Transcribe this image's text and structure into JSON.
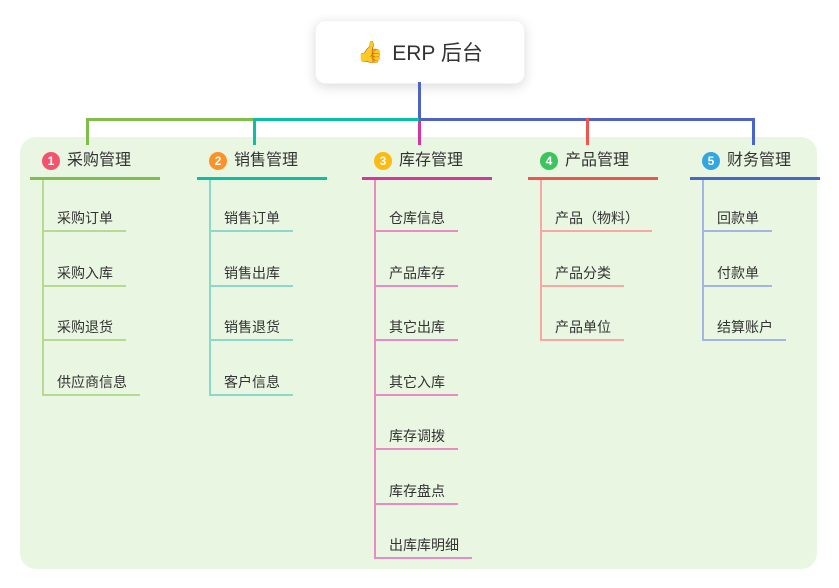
{
  "root": {
    "icon": "👍",
    "title": "ERP 后台",
    "line_color": "#4f63c4"
  },
  "branches": [
    {
      "num": "1",
      "label": "采购管理",
      "color": "#7fbe4a",
      "light_color": "#b5da92",
      "badge_color": "#f4536e",
      "children": [
        "采购订单",
        "采购入库",
        "采购退货",
        "供应商信息"
      ]
    },
    {
      "num": "2",
      "label": "销售管理",
      "color": "#0bbfa5",
      "light_color": "#8cd8ca",
      "badge_color": "#fd9227",
      "children": [
        "销售订单",
        "销售出库",
        "销售退货",
        "客户信息"
      ]
    },
    {
      "num": "3",
      "label": "库存管理",
      "color": "#d4359f",
      "light_color": "#ea8cc4",
      "badge_color": "#fcba12",
      "children": [
        "仓库信息",
        "产品库存",
        "其它出库",
        "其它入库",
        "库存调拨",
        "库存盘点",
        "出库库明细"
      ]
    },
    {
      "num": "4",
      "label": "产品管理",
      "color": "#f0544f",
      "light_color": "#f7a8a3",
      "badge_color": "#3cc45f",
      "children": [
        "产品（物料）",
        "产品分类",
        "产品单位"
      ]
    },
    {
      "num": "5",
      "label": "财务管理",
      "color": "#4766cb",
      "light_color": "#a2b5e5",
      "badge_color": "#31a6e0",
      "children": [
        "回款单",
        "付款单",
        "结算账户"
      ]
    }
  ]
}
